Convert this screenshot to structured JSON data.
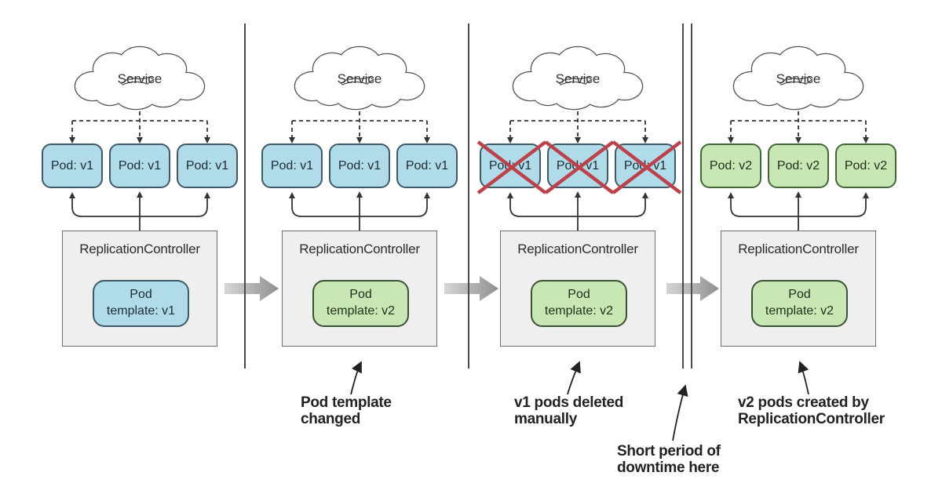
{
  "panels": [
    {
      "service_label": "Service",
      "pods": [
        "Pod: v1",
        "Pod: v1",
        "Pod: v1"
      ],
      "pods_crossed_out": false,
      "controller_label": "ReplicationController",
      "template_line1": "Pod",
      "template_line2": "template: v1"
    },
    {
      "service_label": "Service",
      "pods": [
        "Pod: v1",
        "Pod: v1",
        "Pod: v1"
      ],
      "pods_crossed_out": false,
      "controller_label": "ReplicationController",
      "template_line1": "Pod",
      "template_line2": "template: v2"
    },
    {
      "service_label": "Service",
      "pods": [
        "Pod: v1",
        "Pod: v1",
        "Pod: v1"
      ],
      "pods_crossed_out": true,
      "controller_label": "ReplicationController",
      "template_line1": "Pod",
      "template_line2": "template: v2"
    },
    {
      "service_label": "Service",
      "pods": [
        "Pod: v2",
        "Pod: v2",
        "Pod: v2"
      ],
      "pods_crossed_out": false,
      "controller_label": "ReplicationController",
      "template_line1": "Pod",
      "template_line2": "template: v2"
    }
  ],
  "annotations": [
    {
      "line1": "Pod template",
      "line2": "changed"
    },
    {
      "line1": "v1 pods deleted",
      "line2": "manually"
    },
    {
      "line1": "Short period of",
      "line2": "downtime here"
    },
    {
      "line1": "v2 pods created by",
      "line2": "ReplicationController"
    }
  ],
  "colors": {
    "pod_v1_fill": "#b0dcea",
    "pod_v1_border": "#3e5a68",
    "pod_v2_fill": "#c9e7b4",
    "pod_v2_border": "#44673a",
    "controller_fill": "#efefef",
    "controller_border": "#6f6f6f",
    "cross_red": "#bf4048",
    "connector_line": "#333333",
    "divider_line": "#4a4a4a",
    "transition_arrow_light": "#d6d6d6",
    "transition_arrow_dark": "#8f8f8f"
  }
}
